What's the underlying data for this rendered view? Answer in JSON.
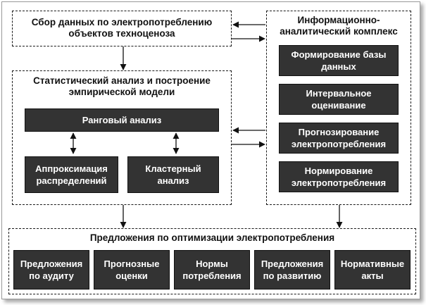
{
  "collection": {
    "title": "Сбор данных по электропотреблению\nобъектов техноценоза"
  },
  "statistics": {
    "title": "Статистический анализ и построение\nэмпирической модели",
    "rank": "Ранговый анализ",
    "approx": "Аппроксимация\nраспределений",
    "cluster": "Кластерный\nанализ"
  },
  "iac": {
    "title": "Информационно-\nаналитический комплекс",
    "items": [
      "Формирование базы\nданных",
      "Интервальное\nоценивание",
      "Прогнозирование\nэлектропотребления",
      "Нормирование\nэлектропотребления"
    ]
  },
  "proposals": {
    "title": "Предложения по оптимизации электропотребления",
    "items": [
      "Предложения\nпо аудиту",
      "Прогнозные\nоценки",
      "Нормы\nпотребления",
      "Предложения\nпо развитию",
      "Нормативные\nакты"
    ]
  },
  "colors": {
    "dark_block": "#333333",
    "text_light": "#ffffff",
    "border": "#1a1a1a"
  }
}
